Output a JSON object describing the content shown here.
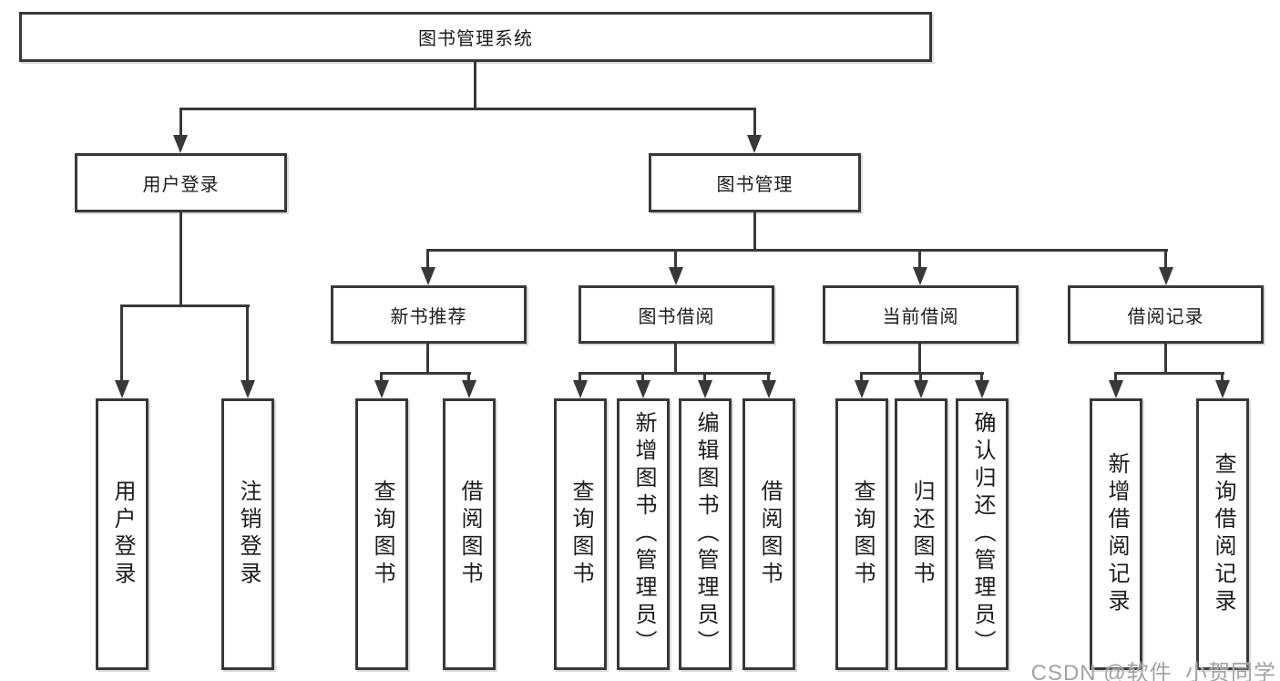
{
  "diagram": {
    "type": "hierarchy-tree",
    "colors": {
      "line": "#383838",
      "text": "#1c1c1c",
      "watermark": "#a3a3a3",
      "background": "#ffffff"
    },
    "tree": {
      "label": "图书管理系统",
      "children": [
        {
          "label": "用户登录",
          "children": [
            {
              "label": "用户登录"
            },
            {
              "label": "注销登录"
            }
          ]
        },
        {
          "label": "图书管理",
          "children": [
            {
              "label": "新书推荐",
              "children": [
                {
                  "label": "查询图书"
                },
                {
                  "label": "借阅图书"
                }
              ]
            },
            {
              "label": "图书借阅",
              "children": [
                {
                  "label": "查询图书"
                },
                {
                  "label": "新增图书（管理员）"
                },
                {
                  "label": "编辑图书（管理员）"
                },
                {
                  "label": "借阅图书"
                }
              ]
            },
            {
              "label": "当前借阅",
              "children": [
                {
                  "label": "查询图书"
                },
                {
                  "label": "归还图书"
                },
                {
                  "label": "确认归还（管理员）"
                }
              ]
            },
            {
              "label": "借阅记录",
              "children": [
                {
                  "label": "新增借阅记录"
                },
                {
                  "label": "查询借阅记录"
                }
              ]
            }
          ]
        }
      ]
    }
  },
  "watermark": {
    "text": "CSDN @软件_小贺同学"
  }
}
